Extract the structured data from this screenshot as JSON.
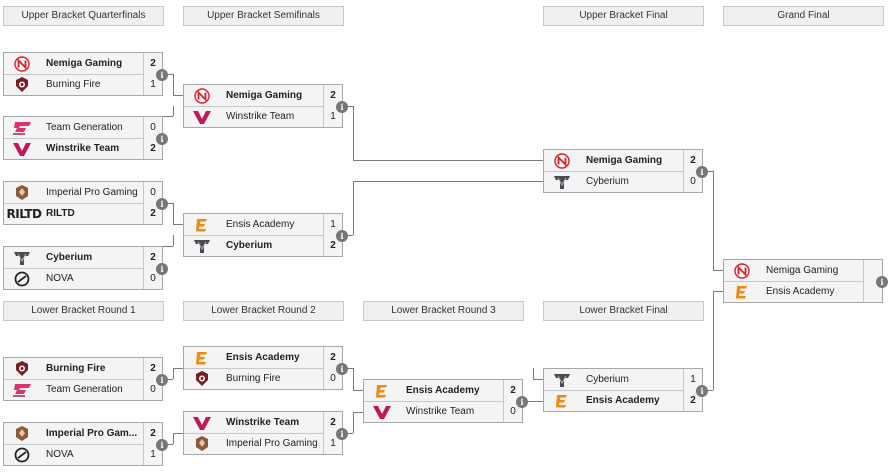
{
  "headers": {
    "ubqf": "Upper Bracket Quarterfinals",
    "ubsf": "Upper Bracket Semifinals",
    "ubf": "Upper Bracket Final",
    "gf": "Grand Final",
    "lbr1": "Lower Bracket Round 1",
    "lbr2": "Lower Bracket Round 2",
    "lbr3": "Lower Bracket Round 3",
    "lbf": "Lower Bracket Final"
  },
  "info_glyph": "i",
  "matches": {
    "ubqf1": {
      "t1": {
        "name": "Nemiga Gaming",
        "score": "2",
        "logo": "nemiga-logo"
      },
      "t2": {
        "name": "Burning Fire",
        "score": "1",
        "logo": "burning-fire-logo"
      }
    },
    "ubqf2": {
      "t1": {
        "name": "Team Generation",
        "score": "0",
        "logo": "team-generation-logo"
      },
      "t2": {
        "name": "Winstrike Team",
        "score": "2",
        "logo": "winstrike-logo"
      }
    },
    "ubqf3": {
      "t1": {
        "name": "Imperial Pro Gaming",
        "score": "0",
        "logo": "imperial-logo"
      },
      "t2": {
        "name": "RILTD",
        "score": "2",
        "logo": "riltd-logo",
        "logo_text": "RILTD"
      }
    },
    "ubqf4": {
      "t1": {
        "name": "Cyberium",
        "score": "2",
        "logo": "cyberium-logo"
      },
      "t2": {
        "name": "NOVA",
        "score": "0",
        "logo": "nova-logo"
      }
    },
    "ubsf1": {
      "t1": {
        "name": "Nemiga Gaming",
        "score": "2",
        "logo": "nemiga-logo"
      },
      "t2": {
        "name": "Winstrike Team",
        "score": "1",
        "logo": "winstrike-logo"
      }
    },
    "ubsf2": {
      "t1": {
        "name": "Ensis Academy",
        "score": "1",
        "logo": "ensis-logo"
      },
      "t2": {
        "name": "Cyberium",
        "score": "2",
        "logo": "cyberium-logo"
      }
    },
    "ubf": {
      "t1": {
        "name": "Nemiga Gaming",
        "score": "2",
        "logo": "nemiga-logo"
      },
      "t2": {
        "name": "Cyberium",
        "score": "0",
        "logo": "cyberium-logo"
      }
    },
    "gf": {
      "t1": {
        "name": "Nemiga Gaming",
        "score": "",
        "logo": "nemiga-logo"
      },
      "t2": {
        "name": "Ensis Academy",
        "score": "",
        "logo": "ensis-logo"
      }
    },
    "lbr1a": {
      "t1": {
        "name": "Burning Fire",
        "score": "2",
        "logo": "burning-fire-logo"
      },
      "t2": {
        "name": "Team Generation",
        "score": "0",
        "logo": "team-generation-logo"
      }
    },
    "lbr1b": {
      "t1": {
        "name": "Imperial Pro Gam...",
        "score": "2",
        "logo": "imperial-logo"
      },
      "t2": {
        "name": "NOVA",
        "score": "1",
        "logo": "nova-logo"
      }
    },
    "lbr2a": {
      "t1": {
        "name": "Ensis Academy",
        "score": "2",
        "logo": "ensis-logo"
      },
      "t2": {
        "name": "Burning Fire",
        "score": "0",
        "logo": "burning-fire-logo"
      }
    },
    "lbr2b": {
      "t1": {
        "name": "Winstrike Team",
        "score": "2",
        "logo": "winstrike-logo"
      },
      "t2": {
        "name": "Imperial Pro Gaming",
        "score": "1",
        "logo": "imperial-logo"
      }
    },
    "lbr3": {
      "t1": {
        "name": "Ensis Academy",
        "score": "2",
        "logo": "ensis-logo"
      },
      "t2": {
        "name": "Winstrike Team",
        "score": "0",
        "logo": "winstrike-logo"
      }
    },
    "lbf": {
      "t1": {
        "name": "Cyberium",
        "score": "1",
        "logo": "cyberium-logo"
      },
      "t2": {
        "name": "Ensis Academy",
        "score": "2",
        "logo": "ensis-logo"
      }
    }
  },
  "colors": {
    "nemiga": "#d8202a",
    "burning_fire": "#7a1e22",
    "team_generation": "#e0336a",
    "winstrike": "#c2185b",
    "imperial": "#8a5a3a",
    "cyberium": "#4a4a52",
    "nova": "#222222",
    "ensis": "#f08a10",
    "connector": "#7a7a7a"
  }
}
